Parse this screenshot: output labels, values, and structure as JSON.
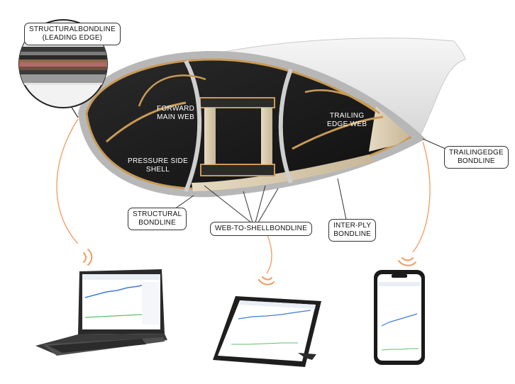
{
  "callouts": {
    "leading_edge": {
      "line1": "STRUCTURALBONDLINE",
      "line2": "(LEADING EDGE)"
    },
    "trailing_edge": {
      "line1": "TRAILINGEDGE",
      "line2": "BONDLINE"
    },
    "structural": {
      "line1": "STRUCTURAL",
      "line2": "BONDLINE"
    },
    "web_to_shell": {
      "line1": "WEB-TO-SHELLBONDLINE"
    },
    "inter_ply": {
      "line1": "INTER-PLY",
      "line2": "BONDLINE"
    }
  },
  "section_labels": {
    "forward_main_web": {
      "line1": "FORWARD",
      "line2": "MAIN WEB"
    },
    "trailing_edge_web": {
      "line1": "TRAILING",
      "line2": "EDGE WEB"
    },
    "pressure_side_shell": {
      "line1": "PRESSURE SIDE",
      "line2": "SHELL"
    }
  },
  "devices": [
    "laptop",
    "tablet",
    "smartphone"
  ],
  "icons": [
    "wireless-signal-icon"
  ],
  "colors": {
    "signal_orange": "#f39a5f",
    "callout_border": "#333333",
    "shell_dark": "#1d1d1d",
    "adhesive_bond": "#c99a55",
    "core_foam": "#d9cbb0",
    "blade_white": "#ededed"
  }
}
